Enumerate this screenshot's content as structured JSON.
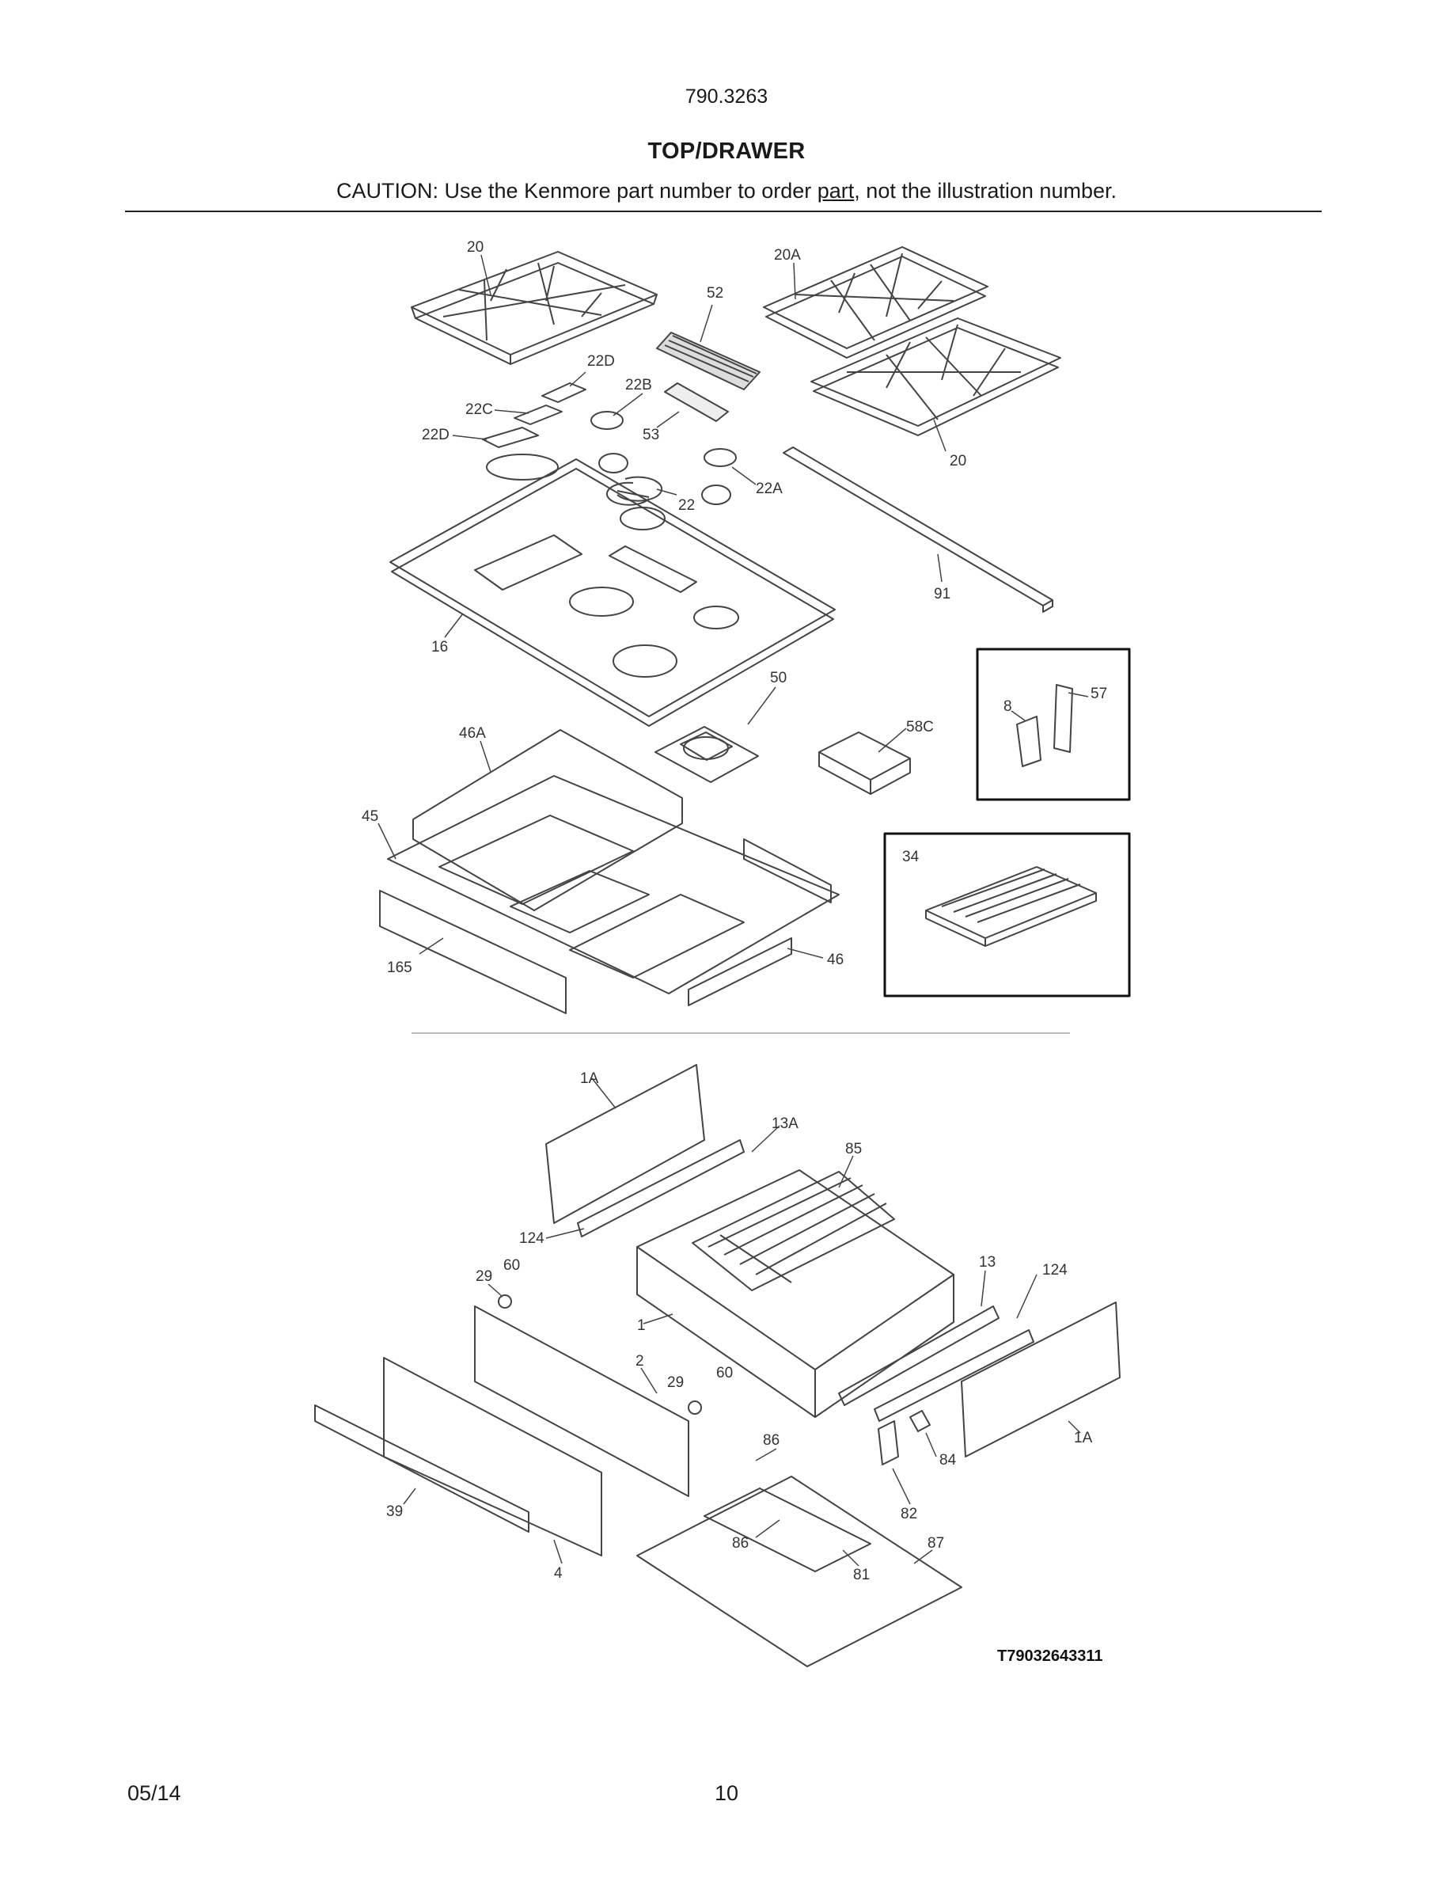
{
  "header": {
    "model": "790.3263",
    "title": "TOP/DRAWER",
    "caution_before": "CAUTION: Use the Kenmore part number to order ",
    "caution_link": "part",
    "caution_after": ", not the illustration number."
  },
  "callouts": {
    "c20a": "20",
    "c20A": "20A",
    "c52": "52",
    "c22D_top": "22D",
    "c22B": "22B",
    "c22C": "22C",
    "c22D_left": "22D",
    "c53": "53",
    "c20b": "20",
    "c22": "22",
    "c22A": "22A",
    "c91": "91",
    "c16": "16",
    "c50": "50",
    "c46A": "46A",
    "c58C": "58C",
    "c8": "8",
    "c57": "57",
    "c45": "45",
    "c34": "34",
    "c165": "165",
    "c46": "46",
    "c1A_top": "1A",
    "c13A": "13A",
    "c85": "85",
    "c124_left": "124",
    "c29_left": "29",
    "c60_left": "60",
    "c13": "13",
    "c124_right": "124",
    "c1": "1",
    "c2": "2",
    "c29_mid": "29",
    "c60_mid": "60",
    "c86_top": "86",
    "c84": "84",
    "c1A_right": "1A",
    "c39": "39",
    "c82": "82",
    "c86_bottom": "86",
    "c87": "87",
    "c4": "4",
    "c81": "81"
  },
  "drawing_code": "T79032643311",
  "footer": {
    "date": "05/14",
    "page": "10"
  }
}
